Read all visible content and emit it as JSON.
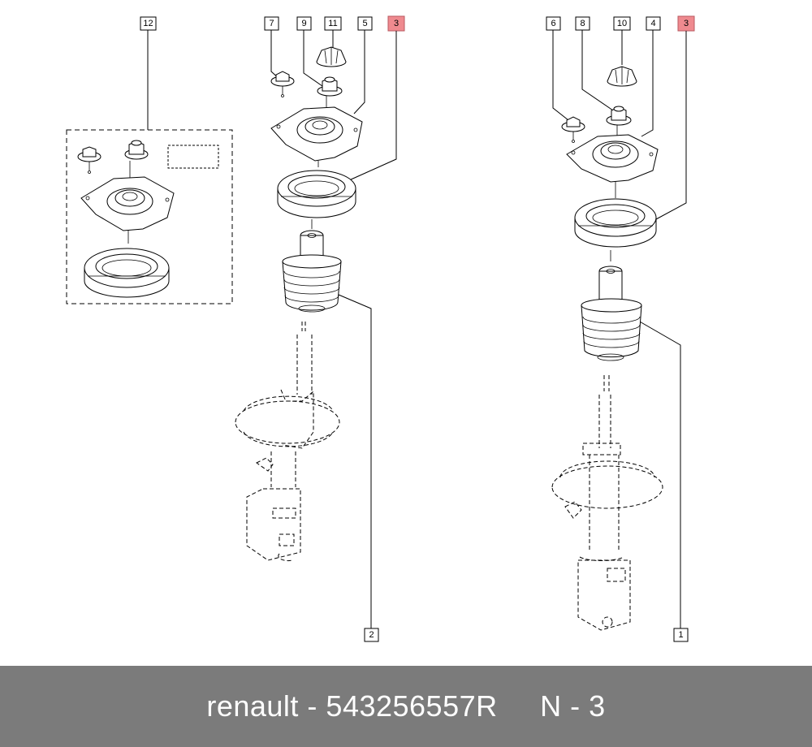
{
  "callouts": [
    {
      "id": "c12",
      "label": "12",
      "highlight": false
    },
    {
      "id": "c7",
      "label": "7",
      "highlight": false
    },
    {
      "id": "c9",
      "label": "9",
      "highlight": false
    },
    {
      "id": "c11",
      "label": "11",
      "highlight": false
    },
    {
      "id": "c5",
      "label": "5",
      "highlight": false
    },
    {
      "id": "c3a",
      "label": "3",
      "highlight": true
    },
    {
      "id": "c6",
      "label": "6",
      "highlight": false
    },
    {
      "id": "c8",
      "label": "8",
      "highlight": false
    },
    {
      "id": "c10",
      "label": "10",
      "highlight": false
    },
    {
      "id": "c4",
      "label": "4",
      "highlight": false
    },
    {
      "id": "c3b",
      "label": "3",
      "highlight": true
    },
    {
      "id": "c2",
      "label": "2",
      "highlight": false
    },
    {
      "id": "c1",
      "label": "1",
      "highlight": false
    }
  ],
  "colors": {
    "highlight": "#ef8a8f",
    "footer_bg": "#7b7b7b",
    "footer_text": "#ffffff"
  },
  "footer": {
    "text": "renault - 543256557R     N - 3"
  }
}
